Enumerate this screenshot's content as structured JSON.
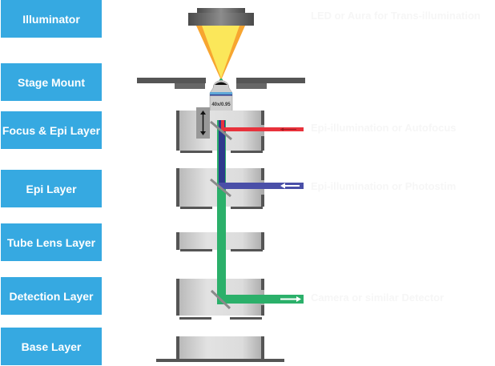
{
  "layers": [
    {
      "label": "Illuminator"
    },
    {
      "label": "Stage Mount"
    },
    {
      "label": "Focus & Epi Layer"
    },
    {
      "label": "Epi Layer"
    },
    {
      "label": "Tube Lens Layer"
    },
    {
      "label": "Detection Layer"
    },
    {
      "label": "Base Layer"
    }
  ],
  "annotations": {
    "trans_illumination": "LED or Aura for Trans-illumination",
    "epi_autofocus": "Epi-illumination or Autofocus",
    "epi_photostim": "Epi-illumination or Photostim",
    "detector": "Camera or similar Detector"
  },
  "objective": {
    "label": "40x/0.95"
  },
  "colors": {
    "button": "#36a9e1",
    "beam_red": "#e8323c",
    "beam_blue": "#2e3a8c",
    "beam_green": "#2bb06a",
    "light_yellow": "#fbe75a",
    "light_orange": "#f7a530"
  }
}
